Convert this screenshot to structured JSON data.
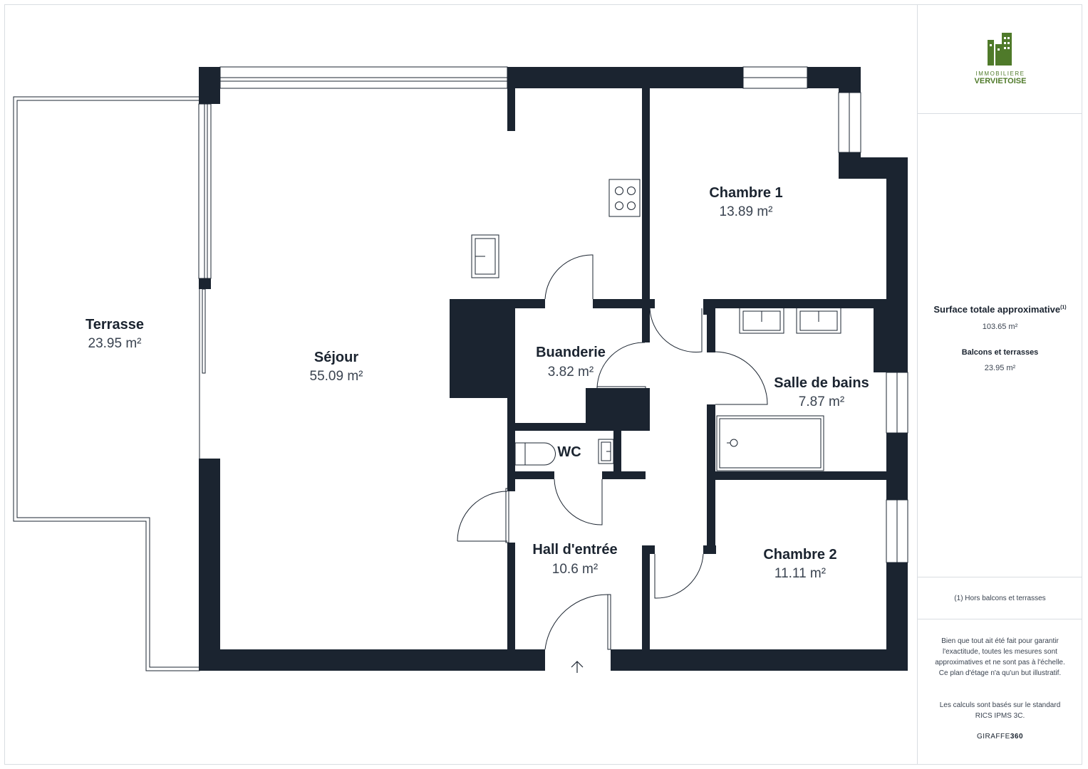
{
  "rooms": [
    {
      "name": "Terrasse",
      "area": "23.95 m²"
    },
    {
      "name": "Séjour",
      "area": "55.09 m²"
    },
    {
      "name": "Chambre 1",
      "area": "13.89 m²"
    },
    {
      "name": "Buanderie",
      "area": "3.82 m²"
    },
    {
      "name": "Salle de bains",
      "area": "7.87 m²"
    },
    {
      "name": "WC",
      "area": ""
    },
    {
      "name": "Hall d'entrée",
      "area": "10.6 m²"
    },
    {
      "name": "Chambre 2",
      "area": "11.11 m²"
    }
  ],
  "logo": {
    "line1": "IMMOBILIERE",
    "line2": "VERVIETOISE",
    "color": "#4f7a2a"
  },
  "summary": {
    "total_label": "Surface totale approximative",
    "total_footnote": "(1)",
    "total_value": "103.65 m²",
    "balcony_label": "Balcons et terrasses",
    "balcony_value": "23.95 m²"
  },
  "footnote": "(1) Hors balcons et terrasses",
  "disclaimer": "Bien que tout ait été fait pour garantir l'exactitude, toutes les mesures sont approximatives et ne sont pas à l'échelle. Ce plan d'étage n'a qu'un but illustratif.",
  "standard_note": "Les calculs sont basés sur le standard RICS IPMS 3C.",
  "brand": {
    "part1": "GIRAFFE",
    "part2": "360"
  },
  "colors": {
    "wall": "#1b2430",
    "accent": "#4f7a2a"
  }
}
